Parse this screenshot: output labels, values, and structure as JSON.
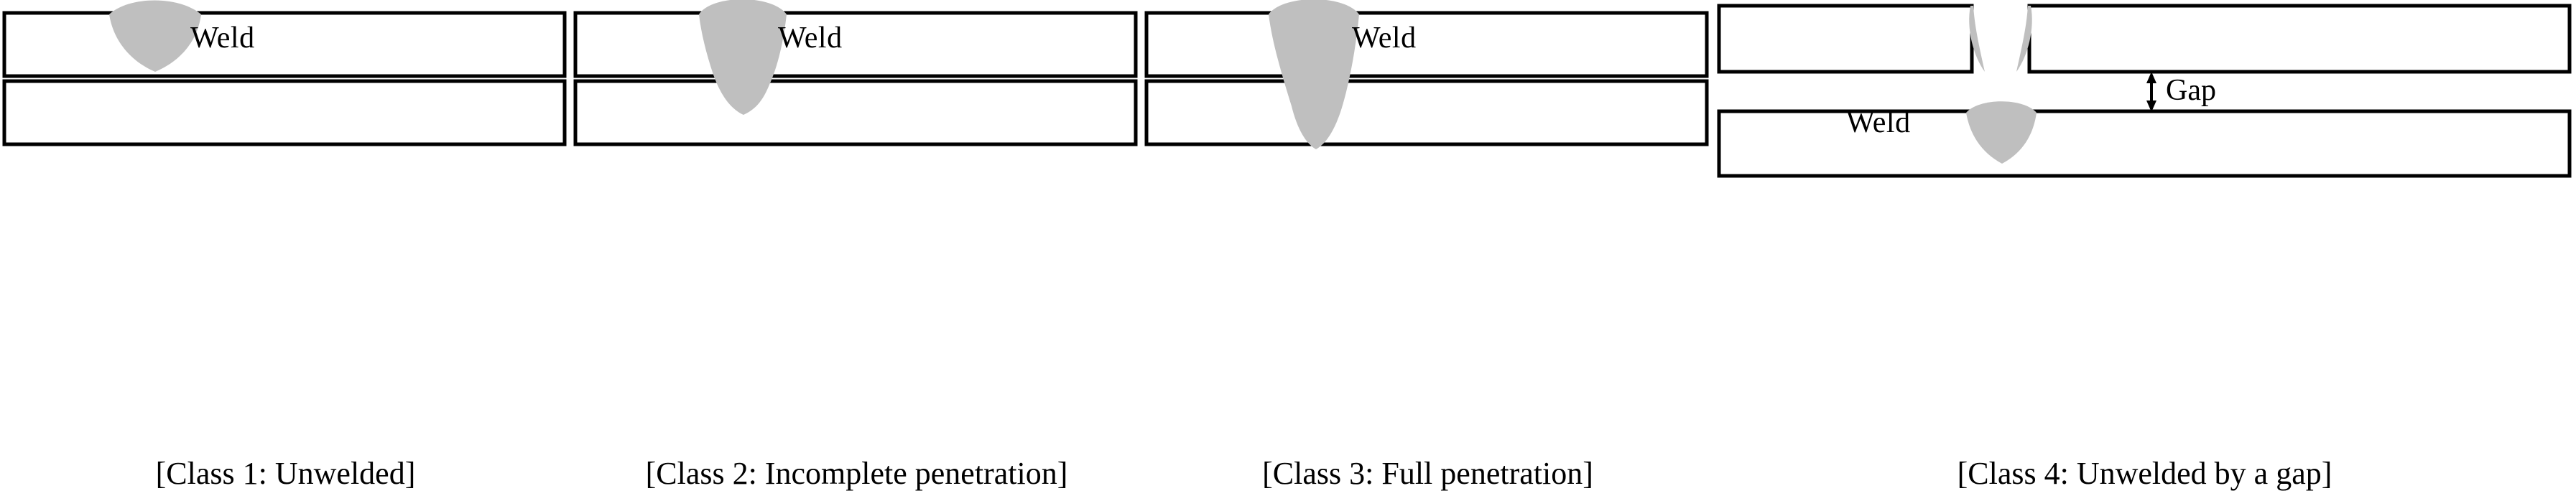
{
  "figure": {
    "title": "Weld penetration classification diagram",
    "colors": {
      "weld_fill": "#bfbfbf",
      "plate_stroke": "#000000",
      "background": "#ffffff",
      "text": "#000000"
    }
  },
  "panels": [
    {
      "id": "class-1",
      "caption": "[Class 1: Unwelded]",
      "weld_label": "Weld",
      "description": "Weld bead sits only in the upper plate; plates are not joined",
      "plates": [
        "upper-plate",
        "lower-plate"
      ],
      "penetration": "none"
    },
    {
      "id": "class-2",
      "caption": "[Class 2: Incomplete penetration]",
      "weld_label": "Weld",
      "description": "Weld bead crosses the interface into the lower plate but does not reach the bottom",
      "plates": [
        "upper-plate",
        "lower-plate"
      ],
      "penetration": "partial"
    },
    {
      "id": "class-3",
      "caption": "[Class 3: Full penetration]",
      "weld_label": "Weld",
      "description": "Weld bead extends through the upper plate and all the way through the lower plate",
      "plates": [
        "upper-plate",
        "lower-plate"
      ],
      "penetration": "full"
    },
    {
      "id": "class-4",
      "caption": "[Class 4: Unwelded by a gap]",
      "weld_label": "Weld",
      "gap_label": "Gap",
      "description": "Upper and lower plates are separated by a gap; weld material remains on each plate separately",
      "plates": [
        "upper-plate",
        "lower-plate"
      ],
      "penetration": "none"
    }
  ]
}
